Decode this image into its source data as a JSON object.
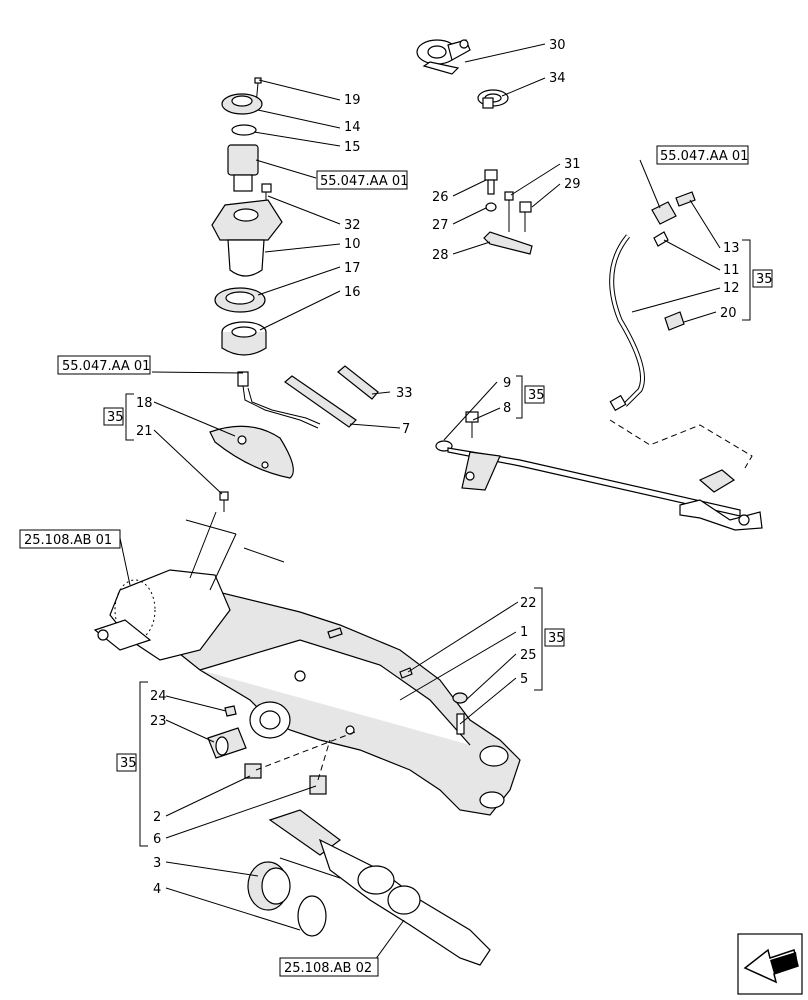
{
  "references": {
    "r_55047_a": "55.047.AA 01",
    "r_55047_b": "55.047.AA 01",
    "r_55047_c": "55.047.AA 01",
    "r_25108_01": "25.108.AB 01",
    "r_25108_02": "25.108.AB 02"
  },
  "groups": {
    "g35_a": "35",
    "g35_b": "35",
    "g35_c": "35",
    "g35_d": "35",
    "g35_e": "35"
  },
  "callouts": {
    "c30": "30",
    "c34": "34",
    "c19": "19",
    "c14": "14",
    "c15": "15",
    "c32": "32",
    "c10": "10",
    "c17": "17",
    "c16": "16",
    "c33": "33",
    "c7": "7",
    "c18": "18",
    "c21": "21",
    "c26": "26",
    "c31": "31",
    "c29": "29",
    "c27": "27",
    "c28": "28",
    "c13": "13",
    "c11": "11",
    "c12": "12",
    "c20": "20",
    "c9": "9",
    "c8": "8",
    "c22": "22",
    "c1": "1",
    "c25": "25",
    "c5": "5",
    "c24": "24",
    "c23": "23",
    "c2": "2",
    "c6": "6",
    "c3": "3",
    "c4": "4"
  },
  "nav_icon": "arrow-back-icon"
}
